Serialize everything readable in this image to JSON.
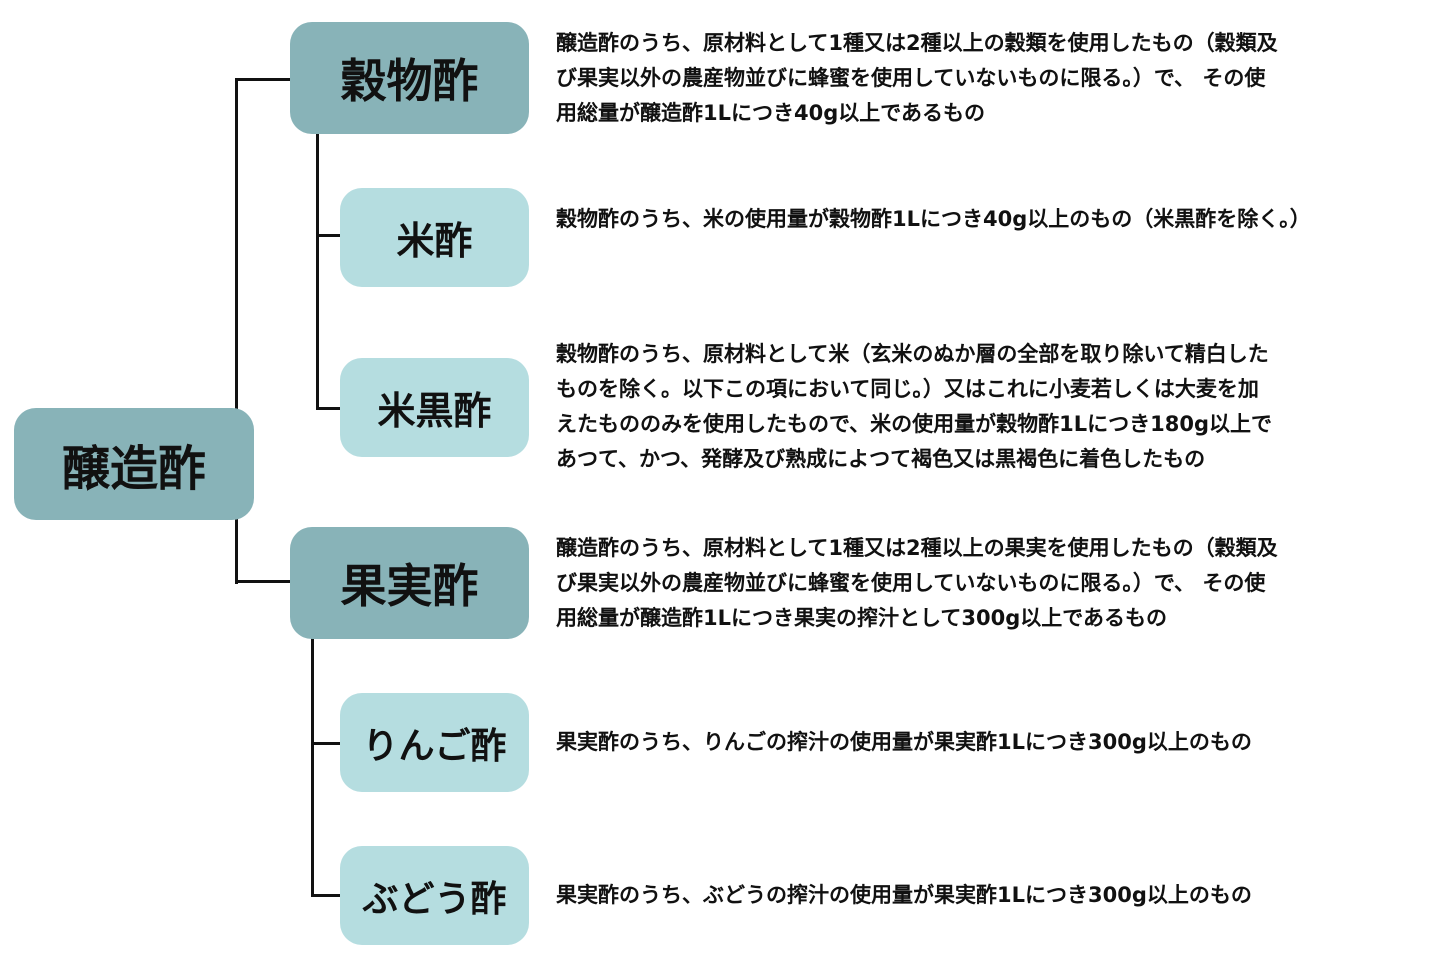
{
  "root": {
    "label": "醸造酢"
  },
  "nodes": [
    {
      "label": "穀物酢",
      "desc": [
        "醸造酢のうち、原材料として1種又は2種以上の穀類を使用したもの（穀類及",
        "び果実以外の農産物並びに蜂蜜を使用していないものに限る。）で、 その使",
        "用総量が醸造酢1Lにつき40g以上であるもの"
      ]
    },
    {
      "label": "米酢",
      "desc": [
        "穀物酢のうち、米の使用量が穀物酢1Lにつき40g以上のもの（米黒酢を除く。）"
      ]
    },
    {
      "label": "米黒酢",
      "desc": [
        "穀物酢のうち、原材料として米（玄米のぬか層の全部を取り除いて精白した",
        "ものを除く。以下この項において同じ。）又はこれに小麦若しくは大麦を加",
        "えたもののみを使用したもので、米の使用量が穀物酢1Lにつき180g以上で",
        "あつて、かつ、発酵及び熟成によつて褐色又は黒褐色に着色したもの"
      ]
    },
    {
      "label": "果実酢",
      "desc": [
        "醸造酢のうち、原材料として1種又は2種以上の果実を使用したもの（穀類及",
        "び果実以外の農産物並びに蜂蜜を使用していないものに限る。）で、 その使",
        "用総量が醸造酢1Lにつき果実の搾汁として300g以上であるもの"
      ]
    },
    {
      "label": "りんご酢",
      "desc": [
        "果実酢のうち、りんごの搾汁の使用量が果実酢1Lにつき300g以上のもの"
      ]
    },
    {
      "label": "ぶどう酢",
      "desc": [
        "果実酢のうち、ぶどうの搾汁の使用量が果実酢1Lにつき300g以上のもの"
      ]
    }
  ],
  "colors": {
    "primary": "#88b3b8",
    "secondary": "#b5dde0"
  }
}
